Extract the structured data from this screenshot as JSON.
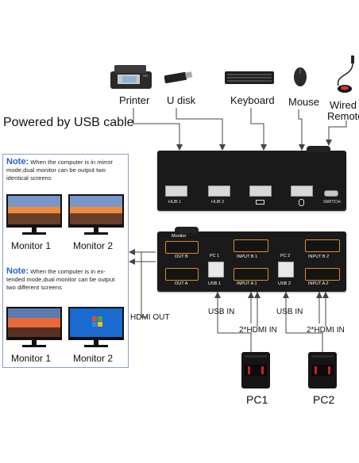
{
  "headline": "Powered by USB cable",
  "peripherals": {
    "printer": "Printer",
    "udisk": "U disk",
    "keyboard": "Keyboard",
    "mouse": "Mouse",
    "wired_remote_1": "Wired",
    "wired_remote_2": "Remote"
  },
  "hub_ports": {
    "hub1": "HUB 1",
    "hub2": "HUB 2",
    "switch": "SWITCH"
  },
  "bottom_panel": {
    "monitor": "Monitor",
    "out_b": "OUT B",
    "out_a": "OUT A",
    "pc1": "PC 1",
    "usb1": "USB 1",
    "input_b1": "INPUT B 1",
    "input_a1": "INPUT A 1",
    "pc2": "PC 2",
    "usb2": "USB 2",
    "input_b2": "INPUT B 2",
    "input_a2": "INPUT A 2"
  },
  "note1": {
    "key": "Note:",
    "line1": "When the computer is in mirror",
    "line2": "mode,dual monitor can be output two",
    "line3": "identical screens"
  },
  "note2": {
    "key": "Note:",
    "line1": "When the computer is in ex-",
    "line2": "tended mode,dual monitor can be output",
    "line3": "two different screens"
  },
  "monitors": {
    "m1_top": "Monitor 1",
    "m2_top": "Monitor 2",
    "m1_bottom": "Monitor 1",
    "m2_bottom": "Monitor 2"
  },
  "connections": {
    "hdmi_out": "HDMI OUT",
    "usb_in_1": "USB IN",
    "hdmi_in_1": "2*HDMI IN",
    "usb_in_2": "USB IN",
    "hdmi_in_2": "2*HDMI IN"
  },
  "pcs": {
    "pc1": "PC1",
    "pc2": "PC2"
  },
  "colors": {
    "note_key": "#1f64c8",
    "port_accent": "#e08a2a",
    "device_body": "#1a1a1a"
  }
}
